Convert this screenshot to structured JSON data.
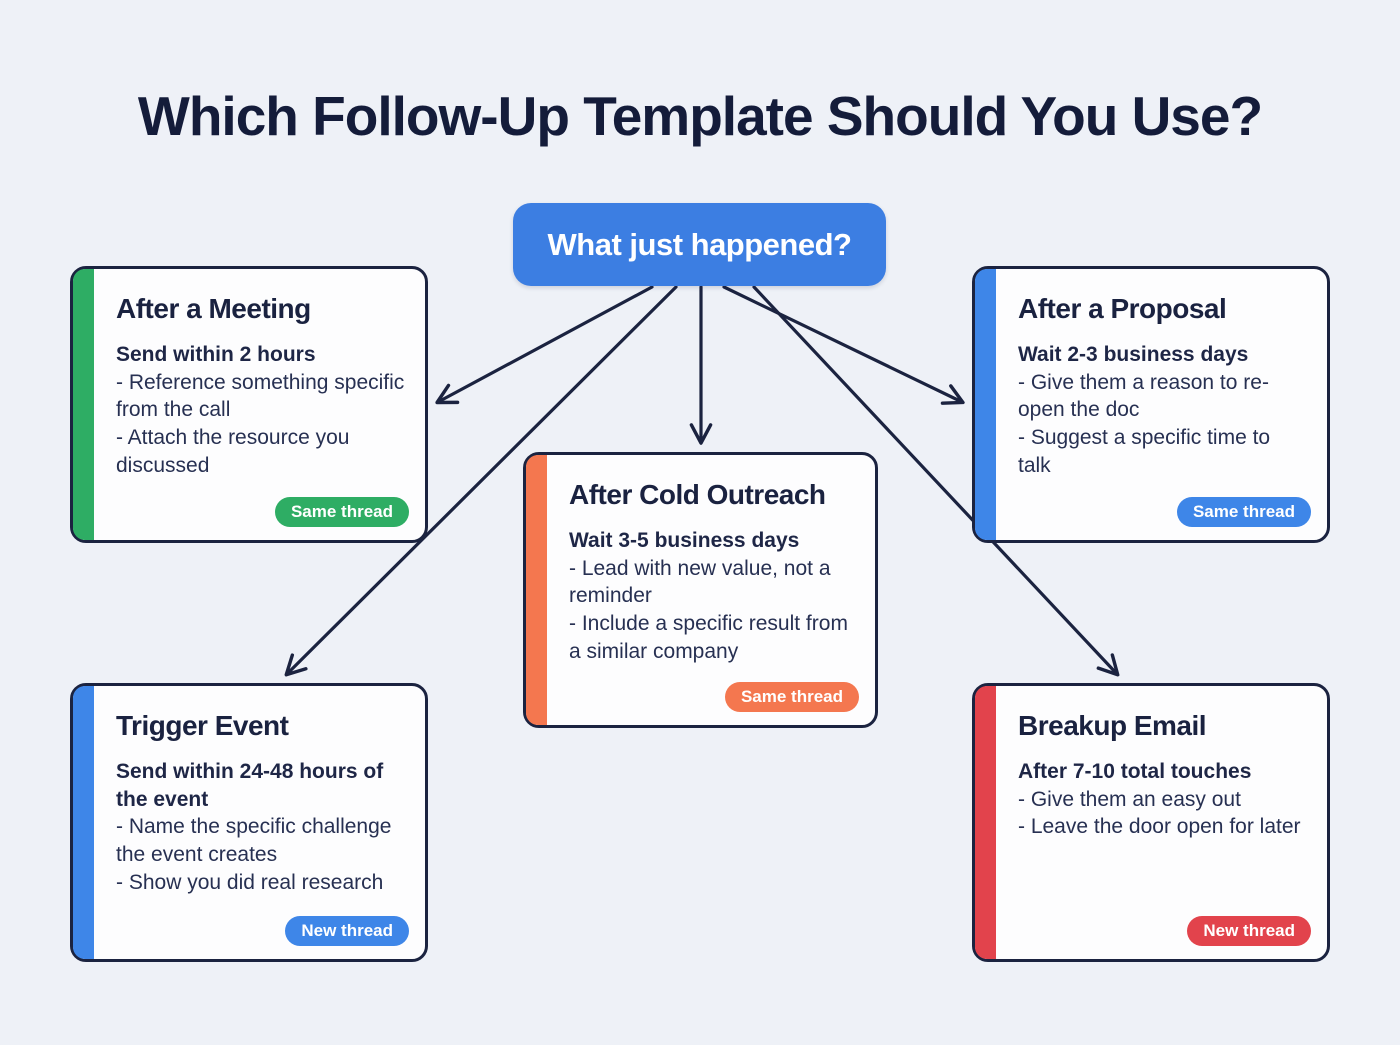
{
  "title": "Which Follow-Up Template Should You Use?",
  "root": {
    "label": "What just happened?",
    "color": "#3c7ee2"
  },
  "colors": {
    "background": "#eef1f7",
    "card_background": "#fdfdfe",
    "card_border": "#1b2340",
    "arrow": "#1b2340",
    "title_text": "#141c3a",
    "green": "#2ead64",
    "blue": "#3e86e8",
    "orange": "#f4774f",
    "red": "#e2434c"
  },
  "cards": [
    {
      "id": "after-meeting",
      "title": "After a Meeting",
      "timing": "Send within 2 hours",
      "bullets": [
        "- Reference something specific from the call",
        "- Attach the resource you discussed"
      ],
      "badge": "Same thread",
      "accent": "#2ead64"
    },
    {
      "id": "after-proposal",
      "title": "After a Proposal",
      "timing": "Wait 2-3 business days",
      "bullets": [
        "- Give them a reason to re-open the doc",
        "- Suggest a specific time to talk"
      ],
      "badge": "Same thread",
      "accent": "#3e86e8"
    },
    {
      "id": "after-cold-outreach",
      "title": "After Cold Outreach",
      "timing": "Wait 3-5 business days",
      "bullets": [
        "- Lead with new value, not a reminder",
        "- Include a specific result from a similar company"
      ],
      "badge": "Same thread",
      "accent": "#f4774f"
    },
    {
      "id": "trigger-event",
      "title": "Trigger Event",
      "timing": "Send within 24-48 hours of the event",
      "bullets": [
        "- Name the specific challenge the event creates",
        "- Show you did real research"
      ],
      "badge": "New thread",
      "accent": "#3e86e8"
    },
    {
      "id": "breakup-email",
      "title": "Breakup Email",
      "timing": "After 7-10 total touches",
      "bullets": [
        "- Give them an easy out",
        "- Leave the door open for later"
      ],
      "badge": "New thread",
      "accent": "#e2434c"
    }
  ],
  "connections": [
    {
      "from": "What just happened?",
      "to": "After a Meeting"
    },
    {
      "from": "What just happened?",
      "to": "Trigger Event"
    },
    {
      "from": "What just happened?",
      "to": "After Cold Outreach"
    },
    {
      "from": "What just happened?",
      "to": "After a Proposal"
    },
    {
      "from": "What just happened?",
      "to": "Breakup Email"
    }
  ]
}
